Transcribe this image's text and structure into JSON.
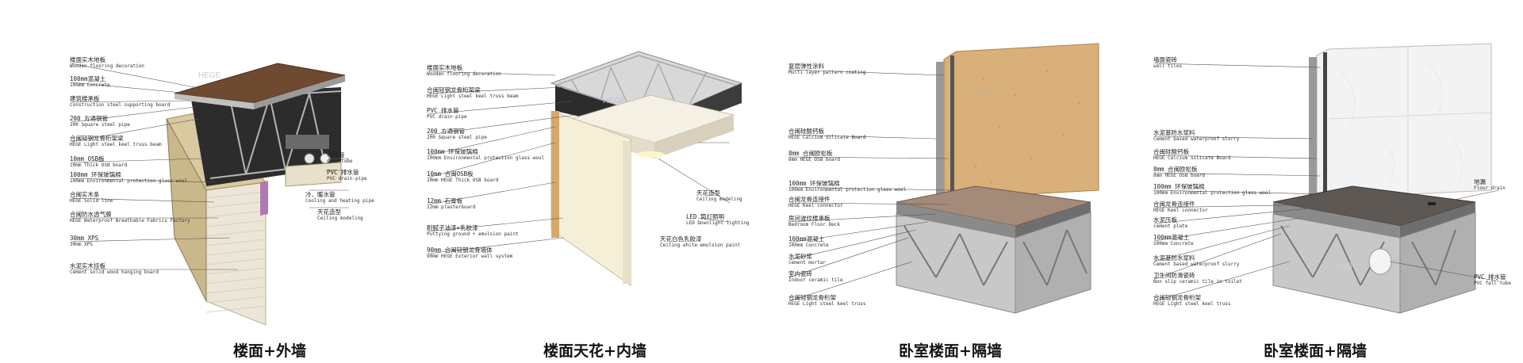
{
  "panels": [
    {
      "caption": "楼面+外墙",
      "left_labels": [
        {
          "zh": "楼面实木地板",
          "en": "Wooden flooring decoration"
        },
        {
          "zh": "100mm混凝土",
          "en": "100mm Concrete"
        },
        {
          "zh": "建筑楼承板",
          "en": "Construction steel supporting board"
        },
        {
          "zh": "200 方通钢管",
          "en": "200 Square steel pipe"
        },
        {
          "zh": "合闽轻钢龙骨桁架梁",
          "en": "HEGE Light steel keel truss beam"
        },
        {
          "zh": "10mm OSB板",
          "en": "10mm Thick OSB board"
        },
        {
          "zh": "100mm 环保玻璃棉",
          "en": "100mm Environmental protection glass wool"
        },
        {
          "zh": "合闽实木条",
          "en": "HEGE Solid line"
        },
        {
          "zh": "合闽防水透气膜",
          "en": "HEGE Waterproof Breathable Fabrics Factory"
        },
        {
          "zh": "30mm XPS",
          "en": "30mm XPS"
        },
        {
          "zh": "水泥实木挂板",
          "en": "Cement solid wood hanging board"
        }
      ],
      "right_labels": [
        {
          "zh": "收线管",
          "en": "deck tube"
        },
        {
          "zh": "PVC 排水管",
          "en": "PVC drain-pipe"
        },
        {
          "zh": "冷、暖水管",
          "en": "Cooling and heating pipe"
        },
        {
          "zh": "天花造型",
          "en": "Ceiling modeling"
        }
      ]
    },
    {
      "caption": "楼面天花+内墙",
      "left_labels": [
        {
          "zh": "楼面实木地板",
          "en": "Wooden flooring decoration"
        },
        {
          "zh": "合闽轻钢龙骨桁架梁",
          "en": "HEGE Light steel keel truss beam"
        },
        {
          "zh": "PVC 排水管",
          "en": "PVC drain-pipe"
        },
        {
          "zh": "200 方通钢管",
          "en": "200 Square steel pipe"
        },
        {
          "zh": "100mm 环保玻璃棉",
          "en": "100mm Environmental protection glass wool"
        },
        {
          "zh": "10mm 合闽OSB板",
          "en": "10mm HEGE Thick OSB board"
        },
        {
          "zh": "12mm 石膏板",
          "en": "12mm plasterboard"
        },
        {
          "zh": "耐腻子油漆+乳胶漆",
          "en": "Puttying ground + emulsion paint"
        },
        {
          "zh": "90mm 合闽轻钢龙骨墙体",
          "en": "90mm HEGE Exterior wall system"
        }
      ],
      "right_labels": [
        {
          "zh": "天花造型",
          "en": "Ceiling modeling"
        },
        {
          "zh": "LED 筒灯照明",
          "en": "LED Downlight lighting"
        },
        {
          "zh": "天花白色乳胶漆",
          "en": "Ceiling white emulsion paint"
        }
      ]
    },
    {
      "caption": "卧室楼面+隔墙",
      "left_labels": [
        {
          "zh": "复层弹性涂料",
          "en": "Multi layer pattern coating"
        },
        {
          "zh": "合闽硅酸钙板",
          "en": "HEGE Calcium Silicate Board"
        },
        {
          "zh": "8mm 合闽欧松板",
          "en": "8mm HEGE OSB board"
        },
        {
          "zh": "100mm 环保玻璃棉",
          "en": "100mm Environmental protection glass wool"
        },
        {
          "zh": "合闽龙骨连接件",
          "en": "HEGE Keel connector"
        },
        {
          "zh": "房间波纹楼承板",
          "en": "Bedroom Floor Deck"
        },
        {
          "zh": "100mm混凝土",
          "en": "100mm Concrete"
        },
        {
          "zh": "水泥砂浆",
          "en": "cement mortar"
        },
        {
          "zh": "室内瓷砖",
          "en": "Indoor ceramic tile"
        },
        {
          "zh": "合闽轻钢龙骨桁架",
          "en": "HEGE Light steel keel truss"
        }
      ],
      "right_labels": []
    },
    {
      "caption": "卧室楼面+隔墙",
      "left_labels": [
        {
          "zh": "墙面瓷砖",
          "en": "wall tiles"
        },
        {
          "zh": "水泥基防水浆料",
          "en": "Cement based waterproof slurry"
        },
        {
          "zh": "合闽硅酸钙板",
          "en": "HEGE Calcium Silicate Board"
        },
        {
          "zh": "8mm 合闽欧松板",
          "en": "8mm HEGE OSB board"
        },
        {
          "zh": "100mm 环保玻璃棉",
          "en": "100mm Environmental protection glass wool"
        },
        {
          "zh": "合闽龙骨连接件",
          "en": "HEGE Keel connector"
        },
        {
          "zh": "水泥压板",
          "en": "cement plate"
        },
        {
          "zh": "100mm混凝土",
          "en": "100mm Concrete"
        },
        {
          "zh": "水泥基防水浆料",
          "en": "Cement based waterproof slurry"
        },
        {
          "zh": "卫生间防滑瓷砖",
          "en": "Non slip ceramic tile in toilet"
        },
        {
          "zh": "合闽轻钢龙骨桁架",
          "en": "HEGE Light steel keel truss"
        }
      ],
      "right_labels": [
        {
          "zh": "地漏",
          "en": "Floor drain"
        },
        {
          "zh": "PVC 排水管",
          "en": "PVC fall tube"
        }
      ]
    }
  ],
  "watermark": "HEGE",
  "watermark_zh": "合闽",
  "colors": {
    "wood": "#6e4a30",
    "steel": "#8c8c8c",
    "wall_panel": "#ece6d8",
    "osb": "#d7b27a",
    "marble": "#7a6a60",
    "concrete": "#a8a8a8",
    "plaster": "#f6f1e6",
    "tile": "#f0f0f0"
  }
}
